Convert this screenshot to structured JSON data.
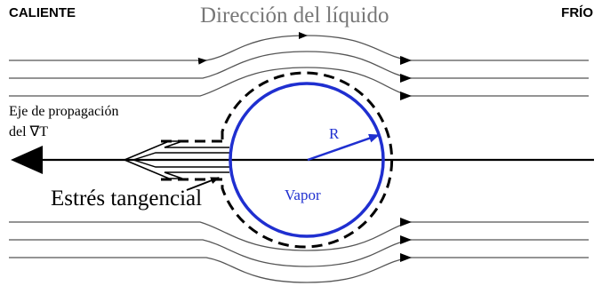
{
  "labels": {
    "hot": "CALIENTE",
    "cold": "FRÍO",
    "liquid_direction": "Dirección del líquido",
    "axis_line1": "Eje de propagación",
    "axis_line2": "del ∇T",
    "tangential_stress": "Estrés tangencial",
    "radius": "R",
    "vapor": "Vapor"
  },
  "colors": {
    "bubble": "#1f2fd0",
    "lines": "#000000",
    "streamlines": "#555555",
    "title_text": "#777777"
  }
}
